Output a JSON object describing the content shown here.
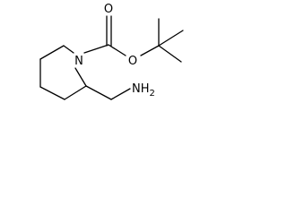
{
  "molecule": {
    "atoms": {
      "n1": "N",
      "o_carbonyl": "O",
      "o_ester": "O",
      "amine": "NH",
      "amine_sub": "2"
    },
    "colors": {
      "bond": "#000000",
      "label": "#000000",
      "background": "#ffffff"
    }
  }
}
